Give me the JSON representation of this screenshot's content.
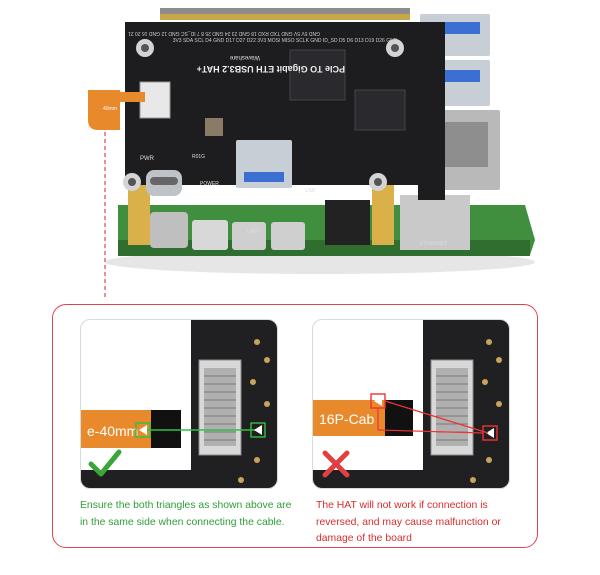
{
  "board": {
    "brand": "Waveshare",
    "title": "PCIe TO Gigabit ETH USB3.2 HAT+",
    "header_pins": "GND 5V 5V GND TXD RXD 18 GND 23 24 GND 25 8 7 ID_SC GND 12 GND 16 20 21",
    "pin_labels": "3V3 SDA SCL D4 GND D17 D27 D22 3V3 MOSI MISO SCLK GND ID_SD D5 D6 D13 D19 D26 GND",
    "fpc_label": "40mm",
    "label_pwr": "PWR",
    "label_power": "POWER",
    "label_usb": "USB",
    "label_uart": "UART",
    "label_ethernet": "ETHERNET",
    "label_reg": "R01G"
  },
  "correct": {
    "cable_text": "e-40mm",
    "caption": "Ensure the both triangles as shown above are in the same side when connecting the cable."
  },
  "wrong": {
    "cable_text": "16P-Cab",
    "caption": "The HAT will not work if connection is reversed, and may cause malfunction or damage of the board"
  },
  "colors": {
    "accent_red": "#e0434f",
    "correct_green": "#2f9e3a",
    "wrong_red": "#d92d2d",
    "fpc_orange": "#e88a2c"
  }
}
